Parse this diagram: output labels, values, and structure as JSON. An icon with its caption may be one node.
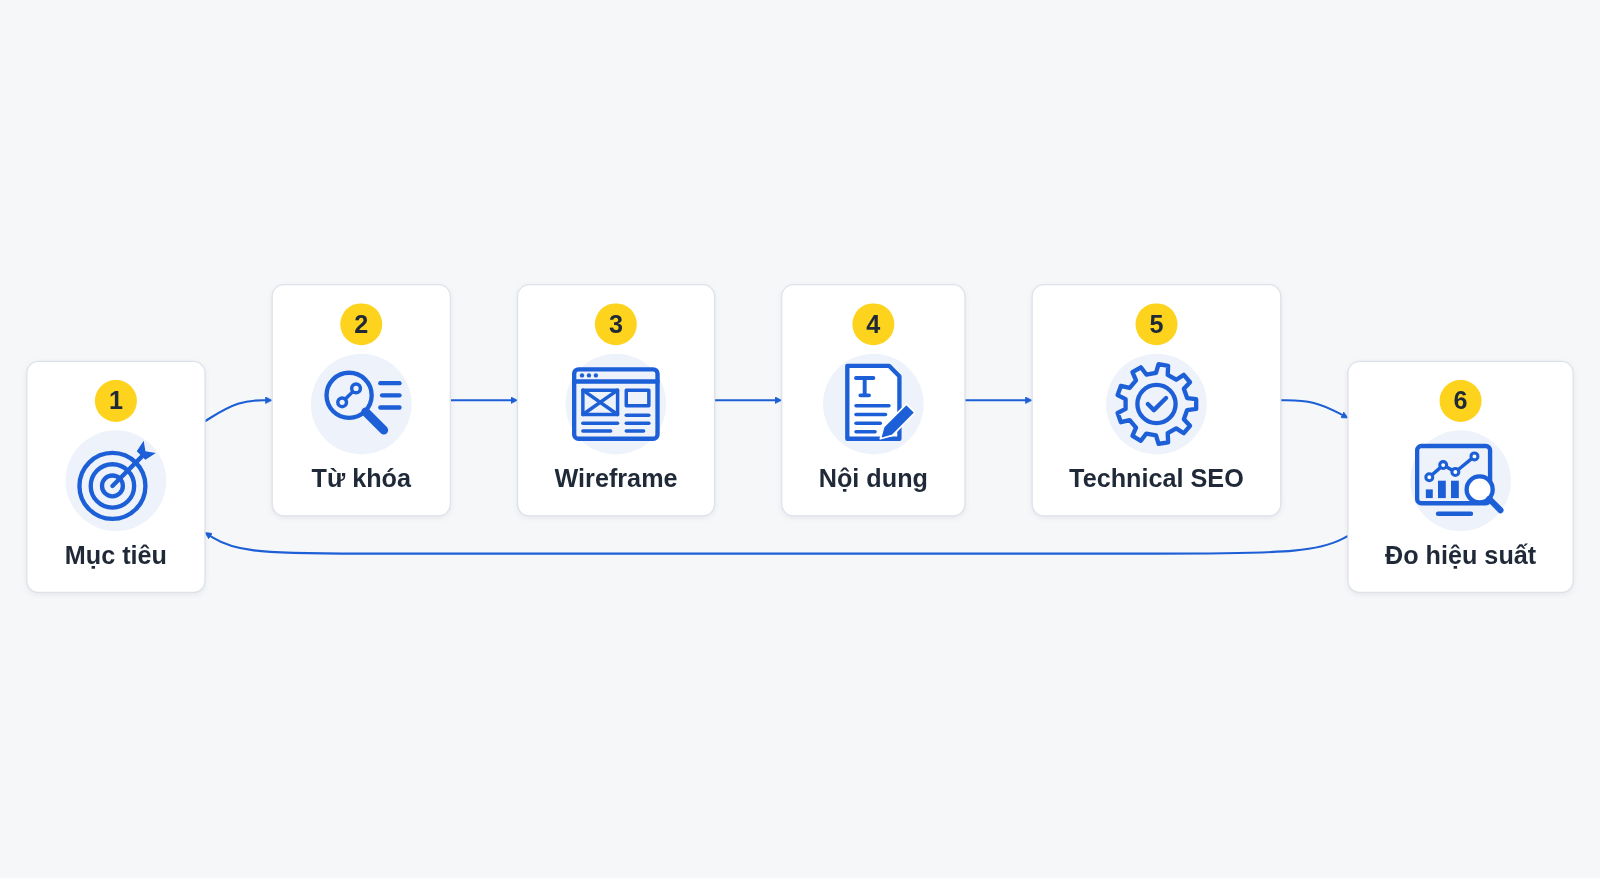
{
  "diagram": {
    "nodes": [
      {
        "text": [
          "1",
          "Mục tiêu"
        ]
      },
      {
        "text": [
          "2",
          "Từ khóa"
        ]
      },
      {
        "text": [
          "3",
          "Wireframe"
        ]
      },
      {
        "text": [
          "4",
          "Nội dung"
        ]
      },
      {
        "text": [
          "5",
          "Technical SEO"
        ]
      },
      {
        "text": [
          "6",
          "Đo hiệu suất"
        ]
      }
    ],
    "edges": [
      {
        "from": 0,
        "to": 1,
        "arrow": "to"
      },
      {
        "from": 1,
        "to": 2,
        "arrow": "to"
      },
      {
        "from": 2,
        "to": 3,
        "arrow": "to"
      },
      {
        "from": 3,
        "to": 4,
        "arrow": "to"
      },
      {
        "from": 4,
        "to": 5,
        "arrow": "to"
      },
      {
        "from": 5,
        "to": 0,
        "arrow": "to"
      }
    ]
  }
}
